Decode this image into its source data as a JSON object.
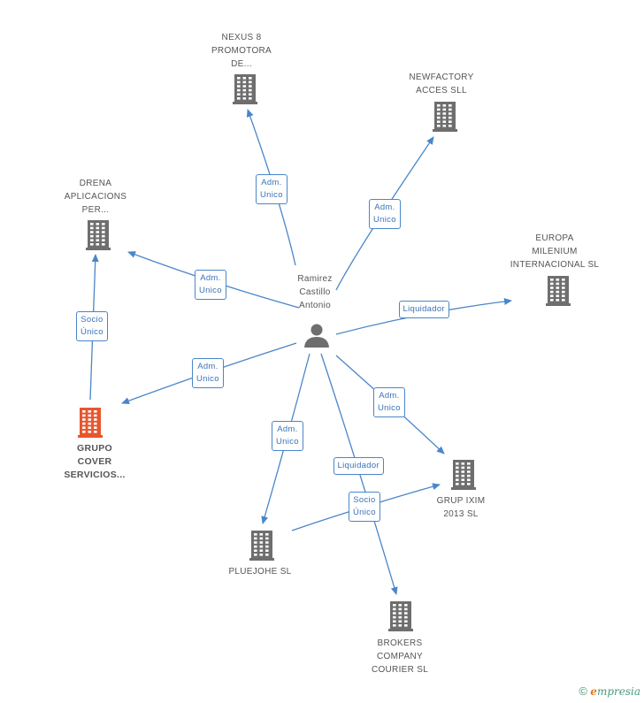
{
  "colors": {
    "edge": "#4a86c8",
    "building": "#6e6e6e",
    "focus_building": "#e8562e",
    "person": "#6e6e6e"
  },
  "person": {
    "name_lines": [
      "Ramirez",
      "Castillo",
      "Antonio"
    ],
    "icon": "person-icon"
  },
  "companies": [
    {
      "id": "nexus",
      "lines": [
        "NEXUS 8",
        "PROMOTORA",
        "DE..."
      ],
      "icon": "building-icon"
    },
    {
      "id": "newfactory",
      "lines": [
        "NEWFACTORY",
        "ACCES SLL"
      ],
      "icon": "building-icon"
    },
    {
      "id": "drena",
      "lines": [
        "DRENA",
        "APLICACIONS",
        "PER..."
      ],
      "icon": "building-icon"
    },
    {
      "id": "europa",
      "lines": [
        "EUROPA",
        "MILENIUM",
        "INTERNACIONAL SL"
      ],
      "icon": "building-icon"
    },
    {
      "id": "grupo",
      "lines": [
        "GRUPO",
        "COVER",
        "SERVICIOS..."
      ],
      "icon": "building-icon",
      "focus": true
    },
    {
      "id": "grupixim",
      "lines": [
        "GRUP IXIM",
        "2013 SL"
      ],
      "icon": "building-icon"
    },
    {
      "id": "pluejohe",
      "lines": [
        "PLUEJOHE SL"
      ],
      "icon": "building-icon"
    },
    {
      "id": "brokers",
      "lines": [
        "BROKERS",
        "COMPANY",
        "COURIER SL"
      ],
      "icon": "building-icon"
    }
  ],
  "edges": [
    {
      "id": "e-nexus",
      "label": [
        "Adm.",
        "Unico"
      ]
    },
    {
      "id": "e-newfactory",
      "label": [
        "Adm.",
        "Unico"
      ]
    },
    {
      "id": "e-drena",
      "label": [
        "Adm.",
        "Unico"
      ]
    },
    {
      "id": "e-europa",
      "label": [
        "Liquidador"
      ]
    },
    {
      "id": "e-grupo",
      "label": [
        "Adm.",
        "Unico"
      ]
    },
    {
      "id": "e-grupixim",
      "label": [
        "Adm.",
        "Unico"
      ]
    },
    {
      "id": "e-pluejohe",
      "label": [
        "Adm.",
        "Unico"
      ]
    },
    {
      "id": "e-brokers",
      "label": [
        "Liquidador"
      ]
    },
    {
      "id": "e-grupo-drena",
      "label": [
        "Socio",
        "Único"
      ]
    },
    {
      "id": "e-pluejohe-grupixim",
      "label": [
        "Socio",
        "Único"
      ]
    }
  ],
  "footer": {
    "copyright": "©",
    "brand_initial": "e",
    "brand_rest": "mpresia"
  }
}
